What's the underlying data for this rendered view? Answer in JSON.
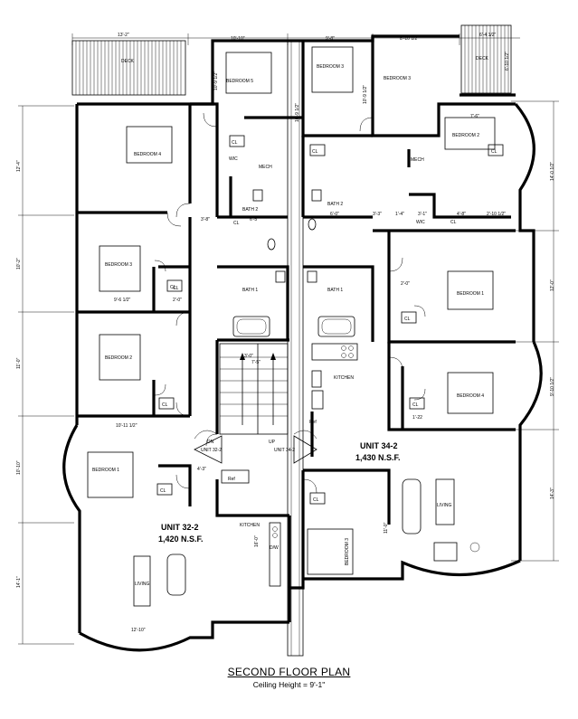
{
  "title": "SECOND FLOOR PLAN",
  "subtitle": "Ceiling Height = 9'-1\"",
  "units": [
    {
      "name": "UNIT 32-2",
      "area": "1,420 N.S.F."
    },
    {
      "name": "UNIT 34-2",
      "area": "1,430 N.S.F."
    }
  ],
  "stair": {
    "down_label": "DN",
    "up_label": "UP",
    "left_unit": "UNIT 32-2",
    "right_unit": "UNIT 34-2"
  },
  "rooms": {
    "deck_left": "DECK",
    "deck_right": "DECK",
    "bedroom_5": "BEDROOM 5",
    "bedroom_3a": "BEDROOM 3",
    "bedroom_3b": "BEDROOM 3",
    "bedroom_4_top": "BEDROOM 4",
    "bedroom_2_right": "BEDROOM 2",
    "bedroom_3_left": "BEDROOM 3",
    "bedroom_2_left": "BEDROOM 2",
    "bedroom_1_right": "BEDROOM 1",
    "bedroom_4_right": "BEDROOM 4",
    "bedroom_1_left": "BEDROOM 1",
    "bedroom_lower_mid": "BEDROOM 3",
    "bath_2_left": "BATH 2",
    "bath_2_right": "BATH 2",
    "bath_1_left": "BATH 1",
    "bath_1_right": "BATH 1",
    "kitchen_right": "KITCHEN",
    "kitchen_left": "KITCHEN",
    "living_left": "LIVING",
    "living_right": "LIVING",
    "mech_left": "MECH",
    "mech_right": "MECH",
    "cl": "CL",
    "wic": "WIC",
    "ref_upper": "Ref",
    "ref_lower": "Ref",
    "dw": "D/W"
  },
  "dims": {
    "d01": "13'-2\"",
    "d02": "10'-10\"",
    "d03": "9'-8\"",
    "d04": "8'-10 1/2\"",
    "d05": "6'-4 1/2\"",
    "d06": "10'-9 1/2\"",
    "d07": "10'-9 1/2\"",
    "d08": "10'-9 1/2\"",
    "d09": "6'-10 1/2\"",
    "d10": "7'-6\"",
    "d11": "12'-4\"",
    "d12": "14'-0 1/2\"",
    "d13": "10'-2\"",
    "d14": "12'-0\"",
    "d15": "11'-0\"",
    "d16": "9'-10 1/2\"",
    "d17": "10'-10\"",
    "d18": "14'-3\"",
    "d19": "14'-1\"",
    "d20": "9'-6 1/2\"",
    "d21": "2'-0\"",
    "d22": "10'-11 1/2\"",
    "d23": "12'-10\"",
    "d24": "3'-8\"",
    "d25": "6'-5\"",
    "d26": "3'-3\"",
    "d27": "3'-1\"",
    "d28": "2'-10 1/2\"",
    "d29": "4'-3\"",
    "d30": "16'-0\"",
    "d31": "11'-0\"",
    "d32": "3'-0\"",
    "d33": "6'-0\"",
    "d34": "2'-0\"",
    "d35": "1'-4\"",
    "d36": "4'-8\"",
    "d37": "1'-22",
    "d38": "7'-5\""
  }
}
